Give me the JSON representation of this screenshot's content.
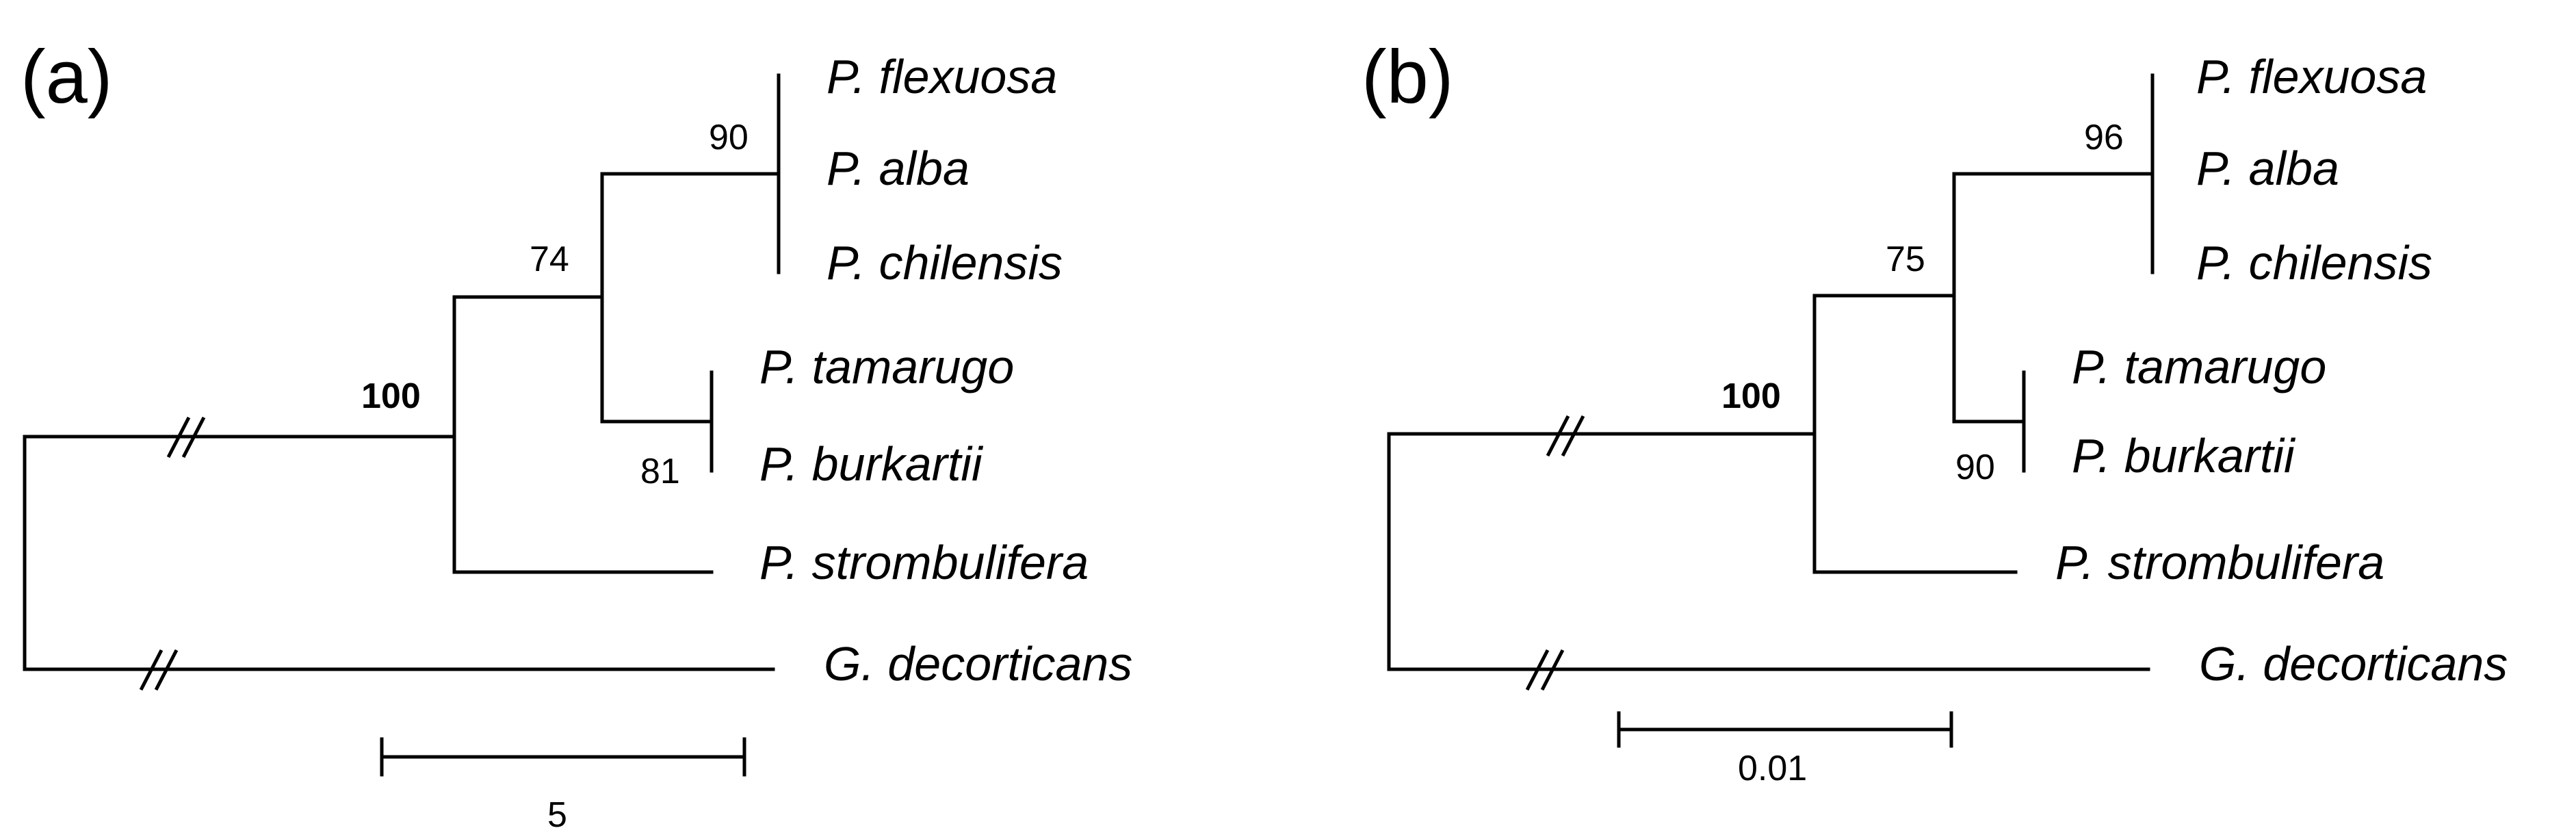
{
  "panels": [
    {
      "label": "(a)",
      "taxa": {
        "flexuosa": "P. flexuosa",
        "alba": "P. alba",
        "chilensis": "P. chilensis",
        "tamarugo": "P. tamarugo",
        "burkartii": "P. burkartii",
        "strombulifera": "P. strombulifera",
        "decorticans": "G. decorticans"
      },
      "support": {
        "root_clade": "100",
        "ingroup_core": "74",
        "flexuosa_clade": "90",
        "tamarugo_clade": "81"
      },
      "scale_label": "5"
    },
    {
      "label": "(b)",
      "taxa": {
        "flexuosa": "P. flexuosa",
        "alba": "P. alba",
        "chilensis": "P. chilensis",
        "tamarugo": "P. tamarugo",
        "burkartii": "P. burkartii",
        "strombulifera": "P. strombulifera",
        "decorticans": "G. decorticans"
      },
      "support": {
        "root_clade": "100",
        "ingroup_core": "75",
        "flexuosa_clade": "96",
        "tamarugo_clade": "90"
      },
      "scale_label": "0.01"
    }
  ]
}
